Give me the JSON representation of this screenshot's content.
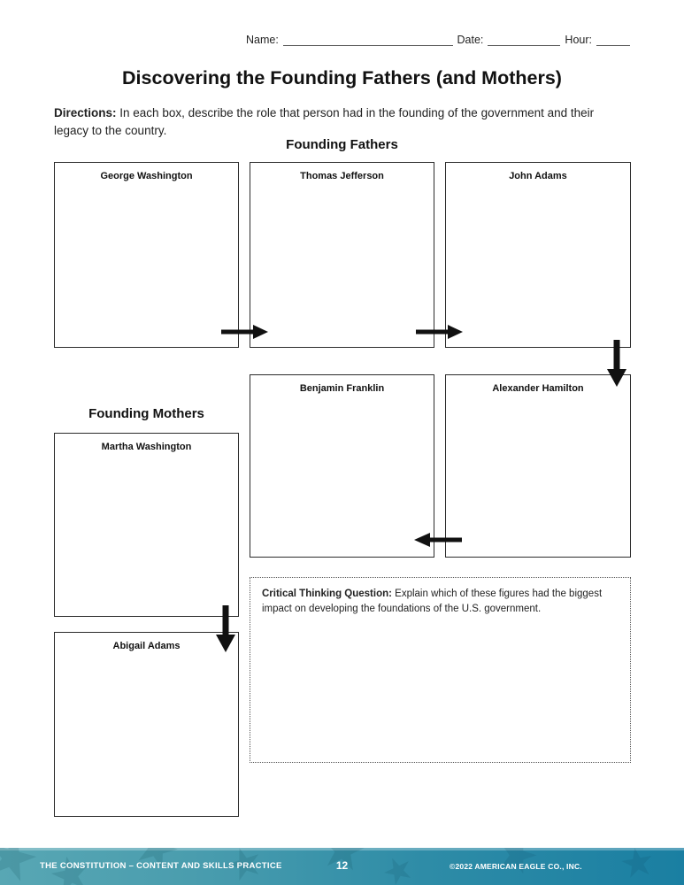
{
  "header": {
    "name_label": "Name:",
    "date_label": "Date:",
    "hour_label": "Hour:"
  },
  "title": "Discovering the Founding Fathers (and Mothers)",
  "directions": {
    "label": "Directions:",
    "text": "In each box, describe the role that person had in the founding of the government and their legacy to the country."
  },
  "sections": {
    "fathers_heading": "Founding Fathers",
    "mothers_heading": "Founding Mothers"
  },
  "boxes": {
    "george_washington": "George Washington",
    "thomas_jefferson": "Thomas Jefferson",
    "john_adams": "John Adams",
    "benjamin_franklin": "Benjamin Franklin",
    "alexander_hamilton": "Alexander Hamilton",
    "martha_washington": "Martha Washington",
    "abigail_adams": "Abigail Adams"
  },
  "critical_thinking": {
    "label": "Critical Thinking Question:",
    "text": "Explain which of these figures had the biggest impact on developing the foundations of the U.S. government."
  },
  "icons": {
    "flow_arrow_right": "→",
    "flow_arrow_down": "↓",
    "flow_arrow_left": "←",
    "star_decoration": "★"
  },
  "footer": {
    "left": "THE CONSTITUTION – CONTENT AND SKILLS PRACTICE",
    "page_number": "12",
    "right": "©2022 AMERICAN EAGLE CO., INC.",
    "gradient_left": "#58a7b4",
    "gradient_right": "#1a7fa2",
    "text_color": "#ffffff"
  }
}
